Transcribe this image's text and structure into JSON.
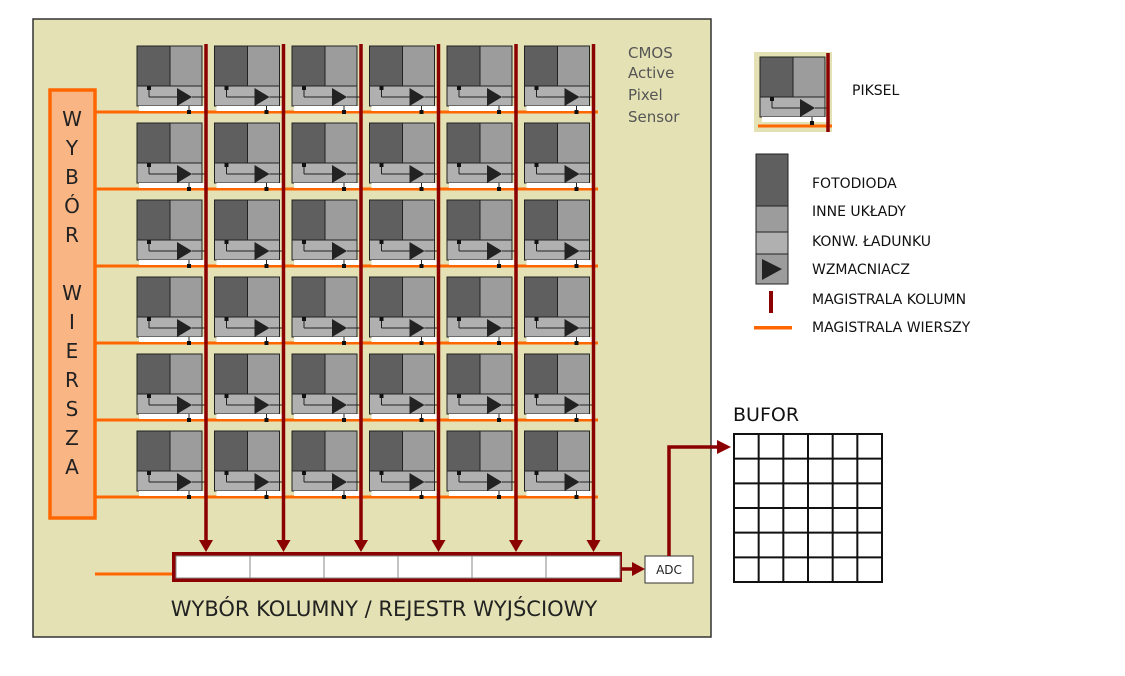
{
  "title_lines": [
    "CMOS",
    "Active",
    "Pixel",
    "Sensor"
  ],
  "row_select_label": [
    "W",
    "Y",
    "B",
    "Ó",
    "R",
    "",
    "W",
    "I",
    "E",
    "R",
    "S",
    "Z",
    "A"
  ],
  "column_select_label": "WYBÓR KOLUMNY / REJESTR WYJŚCIOWY",
  "adc_label": "ADC",
  "buffer_label": "BUFOR",
  "legend": {
    "pixel": "PIKSEL",
    "photodiode": "FOTODIODA",
    "other_circuits": "INNE UKŁADY",
    "charge_converter": "KONW. ŁADUNKU",
    "amplifier": "WZMACNIACZ",
    "column_bus": "MAGISTRALA KOLUMN",
    "row_bus": "MAGISTRALA WIERSZY"
  },
  "pixel_grid": {
    "rows": 6,
    "cols": 6
  },
  "buffer_grid": {
    "rows": 6,
    "cols": 6
  },
  "register_cells": 6,
  "colors": {
    "chip_background": "#e4e2b4",
    "photodiode": "#5f5f5f",
    "other_circuits": "#9c9c9c",
    "charge_converter": "#b0b0b0",
    "column_bus": "#8b0000",
    "row_bus": "#ff6600",
    "row_select_fill": "#f9b584"
  }
}
